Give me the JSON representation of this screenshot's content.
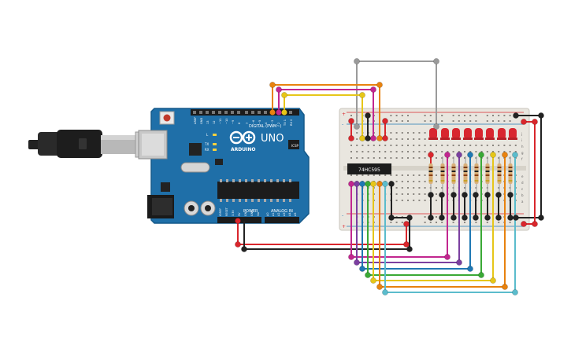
{
  "arduino": {
    "brand": "ARDUINO",
    "model": "UNO",
    "digital_label": "DIGITAL (PWM~)",
    "power_label": "POWER",
    "analog_label": "ANALOG IN",
    "icsp_label": "ICSP",
    "led_labels": [
      "L",
      "TX",
      "RX"
    ],
    "digital_pins": [
      "AREF",
      "GND",
      "13",
      "12",
      "~11",
      "~10",
      "~9",
      "8",
      "7",
      "~6",
      "~5",
      "4",
      "~3",
      "2",
      "TX 1",
      "RX 0"
    ],
    "power_pins": [
      "IOREF",
      "RESET",
      "3.3V",
      "5V",
      "GND",
      "GND",
      "Vin"
    ],
    "analog_pins": [
      "A0",
      "A1",
      "A2",
      "A3",
      "A4",
      "A5"
    ]
  },
  "chip": {
    "label": "74HC595"
  },
  "breadboard": {
    "rail_marks": [
      "+",
      "-"
    ],
    "column_letters_top": [
      "j",
      "i",
      "h",
      "g",
      "f"
    ],
    "column_letters_bottom": [
      "e",
      "d",
      "c",
      "b",
      "a"
    ]
  },
  "colors": {
    "wire_red": "#d9262c",
    "wire_black": "#222222",
    "wire_orange": "#e8820e",
    "wire_purple": "#7b3fa0",
    "wire_magenta": "#c2268f",
    "wire_yellow": "#e6c619",
    "wire_blue": "#1f78b4",
    "wire_green": "#3aa935",
    "wire_cyan": "#5bbccc",
    "wire_gray": "#9a9a9a",
    "board_blue": "#1f6fa8",
    "breadboard": "#e9e6df",
    "led_red": "#d8262f"
  }
}
